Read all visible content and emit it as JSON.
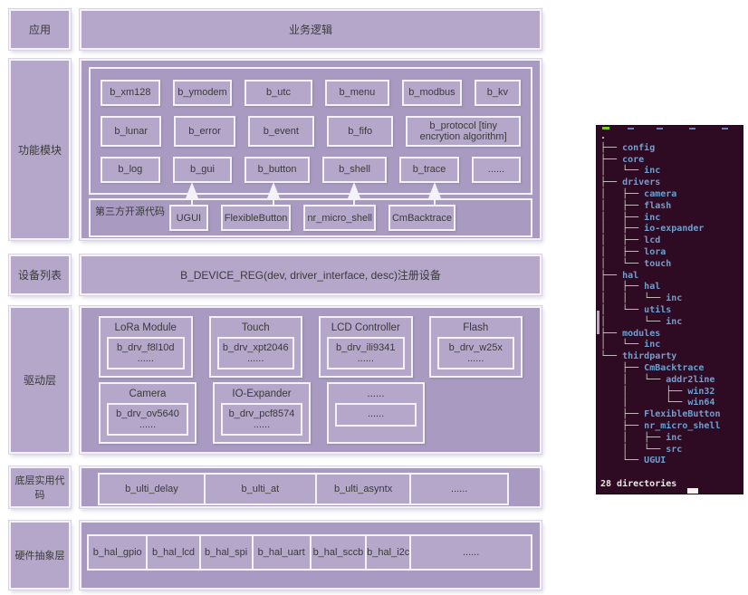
{
  "diagram": {
    "rows": {
      "app": {
        "label": "应用",
        "content": "业务逻辑"
      },
      "modules": {
        "label": "功能模块",
        "row1": [
          {
            "t": "b_xm128",
            "g": 1
          },
          {
            "t": "b_ymodem",
            "g": 1
          },
          {
            "t": "b_utc",
            "g": 1.15
          },
          {
            "t": "b_menu",
            "g": 1.1
          },
          {
            "t": "b_modbus",
            "g": 1
          },
          {
            "t": "b_kv",
            "g": 0.75
          }
        ],
        "row2": [
          {
            "t": "b_lunar",
            "g": 1
          },
          {
            "t": "b_error",
            "g": 1
          },
          {
            "t": "b_event",
            "g": 1.1
          },
          {
            "t": "b_fifo",
            "g": 1.1
          },
          {
            "t": "b_protocol [tiny encrytion algorithm]",
            "g": 2
          }
        ],
        "row3": [
          {
            "t": "b_log",
            "g": 1
          },
          {
            "t": "b_gui",
            "g": 1
          },
          {
            "t": "b_button",
            "g": 1.1
          },
          {
            "t": "b_shell",
            "g": 1.1
          },
          {
            "t": "b_trace",
            "g": 1
          },
          {
            "t": "......",
            "g": 0.8
          }
        ],
        "thirdparty_label": "第三方开源代码",
        "thirdparty": [
          {
            "t": "UGUI",
            "g": 1
          },
          {
            "t": "FlexibleButton",
            "g": 1.1
          },
          {
            "t": "nr_micro_shell",
            "g": 1.1
          },
          {
            "t": "CmBacktrace",
            "g": 1
          }
        ]
      },
      "device": {
        "label": "设备列表",
        "content": "B_DEVICE_REG(dev, driver_interface, desc)注册设备"
      },
      "driver": {
        "label": "驱动层",
        "row1": [
          {
            "title": "LoRa Module",
            "name": "b_drv_f8l10d",
            "more": "......"
          },
          {
            "title": "Touch",
            "name": "b_drv_xpt2046",
            "more": "......"
          },
          {
            "title": "LCD Controller",
            "name": "b_drv_ili9341",
            "more": "......"
          },
          {
            "title": "Flash",
            "name": "b_drv_w25x",
            "more": "......"
          }
        ],
        "row2": [
          {
            "title": "Camera",
            "name": "b_drv_ov5640",
            "more": "......"
          },
          {
            "title": "IO-Expander",
            "name": "b_drv_pcf8574",
            "more": "......"
          },
          {
            "title": "......",
            "name": "......",
            "more": ""
          }
        ]
      },
      "utility": {
        "label": "底层实用代码",
        "cells": [
          {
            "t": "b_ulti_delay",
            "g": 1.12
          },
          {
            "t": "b_ulti_at",
            "g": 1.18
          },
          {
            "t": "b_ulti_asyntx",
            "g": 1
          },
          {
            "t": "......",
            "g": 1.03
          }
        ]
      },
      "hal": {
        "label": "硬件抽象层",
        "cells": [
          {
            "t": "b_hal_gpio",
            "g": 1.3
          },
          {
            "t": "b_hal_lcd",
            "g": 1.15
          },
          {
            "t": "b_hal_spi",
            "g": 1.15
          },
          {
            "t": "b_hal_uart",
            "g": 1.27
          },
          {
            "t": "b_hal_sccb",
            "g": 1.22
          },
          {
            "t": "b_hal_i2c",
            "g": 0.95
          },
          {
            "t": "......",
            "g": 2.7
          }
        ]
      }
    }
  },
  "terminal": {
    "root": ".",
    "tree": [
      {
        "p": "├── ",
        "n": "config"
      },
      {
        "p": "├── ",
        "n": "core"
      },
      {
        "p": "│   └── ",
        "n": "inc"
      },
      {
        "p": "├── ",
        "n": "drivers"
      },
      {
        "p": "│   ├── ",
        "n": "camera"
      },
      {
        "p": "│   ├── ",
        "n": "flash"
      },
      {
        "p": "│   ├── ",
        "n": "inc"
      },
      {
        "p": "│   ├── ",
        "n": "io-expander"
      },
      {
        "p": "│   ├── ",
        "n": "lcd"
      },
      {
        "p": "│   ├── ",
        "n": "lora"
      },
      {
        "p": "│   └── ",
        "n": "touch"
      },
      {
        "p": "├── ",
        "n": "hal"
      },
      {
        "p": "│   ├── ",
        "n": "hal"
      },
      {
        "p": "│   │   └── ",
        "n": "inc"
      },
      {
        "p": "│   └── ",
        "n": "utils"
      },
      {
        "p": "│       └── ",
        "n": "inc"
      },
      {
        "p": "├── ",
        "n": "modules"
      },
      {
        "p": "│   └── ",
        "n": "inc"
      },
      {
        "p": "└── ",
        "n": "thirdparty"
      },
      {
        "p": "    ├── ",
        "n": "CmBacktrace"
      },
      {
        "p": "    │   └── ",
        "n": "addr2line"
      },
      {
        "p": "    │       ├── ",
        "n": "win32"
      },
      {
        "p": "    │       └── ",
        "n": "win64"
      },
      {
        "p": "    ├── ",
        "n": "FlexibleButton"
      },
      {
        "p": "    ├── ",
        "n": "nr_micro_shell"
      },
      {
        "p": "    │   ├── ",
        "n": "inc"
      },
      {
        "p": "    │   └── ",
        "n": "src"
      },
      {
        "p": "    └── ",
        "n": "UGUI"
      }
    ],
    "summary": "28 directories"
  },
  "colors": {
    "box_fill": "#b4a7c9",
    "container_fill": "#a89ac0",
    "terminal_bg": "#2f0a23",
    "directory_blue": "#729fcf",
    "arrow_white": "#f4f2f8"
  }
}
